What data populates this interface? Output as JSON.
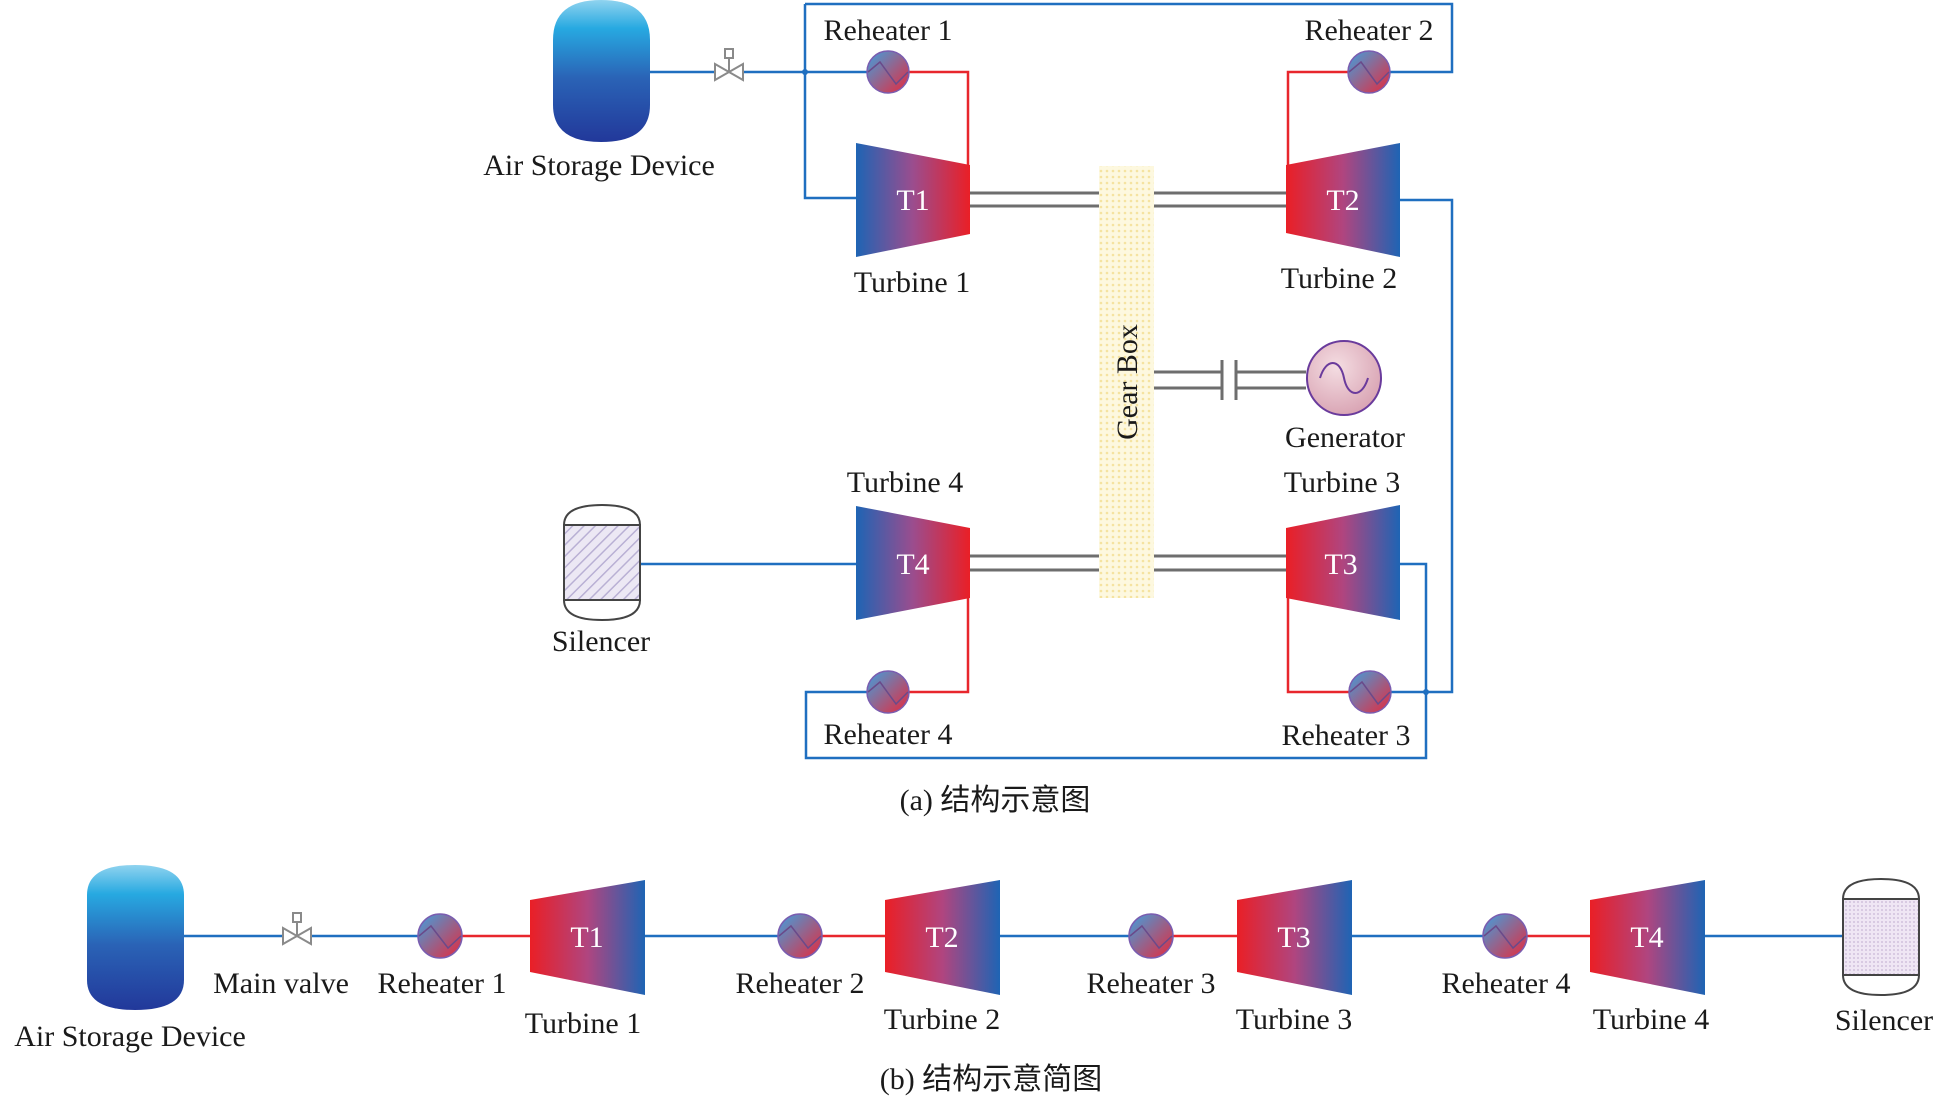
{
  "colors": {
    "cold_pipe": "#1f6fc0",
    "hot_pipe": "#e8262c",
    "turbine_hot": "#e8202a",
    "turbine_cold": "#1e64b4",
    "gearbox": "#fbf1c4",
    "generator": "#e8bfc8",
    "generator_outline": "#6a3b9c"
  },
  "panel_a": {
    "caption": "(a) 结构示意图",
    "air_storage_label": "Air Storage Device",
    "silencer_label": "Silencer",
    "gearbox_label": "Gear Box",
    "generator_label": "Generator",
    "turbines": [
      {
        "id": "T1",
        "label": "Turbine 1"
      },
      {
        "id": "T2",
        "label": "Turbine 2"
      },
      {
        "id": "T3",
        "label": "Turbine 3"
      },
      {
        "id": "T4",
        "label": "Turbine 4"
      }
    ],
    "reheaters": [
      {
        "label": "Reheater 1"
      },
      {
        "label": "Reheater 2"
      },
      {
        "label": "Reheater 3"
      },
      {
        "label": "Reheater 4"
      }
    ]
  },
  "panel_b": {
    "caption": "(b) 结构示意简图",
    "air_storage_label": "Air Storage Device",
    "main_valve_label": "Main valve",
    "silencer_label": "Silencer",
    "turbines": [
      {
        "id": "T1",
        "label": "Turbine 1"
      },
      {
        "id": "T2",
        "label": "Turbine 2"
      },
      {
        "id": "T3",
        "label": "Turbine 3"
      },
      {
        "id": "T4",
        "label": "Turbine 4"
      }
    ],
    "reheaters": [
      {
        "label": "Reheater 1"
      },
      {
        "label": "Reheater 2"
      },
      {
        "label": "Reheater 3"
      },
      {
        "label": "Reheater 4"
      }
    ]
  }
}
